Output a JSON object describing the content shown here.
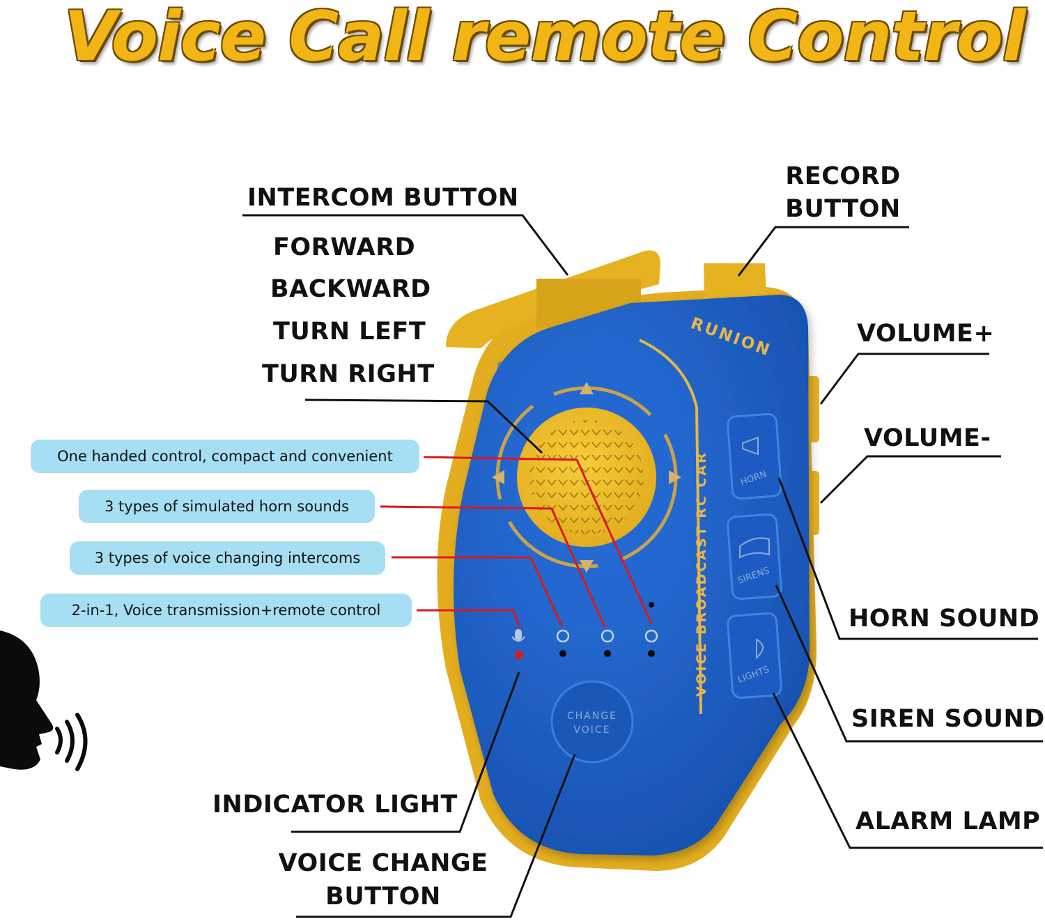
{
  "title": "Voice Call remote Control",
  "brand": "RUNION",
  "product_text": "VOICE BROADCAST RC CAR",
  "buttons": {
    "horn": "HORN",
    "sirens": "SIRENS",
    "lights": "LIGHTS",
    "change_voice_line1": "CHANGE",
    "change_voice_line2": "VOICE"
  },
  "labels": {
    "intercom_button": "INTERCOM BUTTON",
    "forward": "FORWARD",
    "backward": "BACKWARD",
    "turn_left": "TURN LEFT",
    "turn_right": "TURN RIGHT",
    "record_button_line1": "RECORD",
    "record_button_line2": "BUTTON",
    "volume_up": "VOLUME+",
    "volume_down": "VOLUME-",
    "horn_sound": "HORN SOUND",
    "siren_sound": "SIREN SOUND",
    "alarm_lamp": "ALARM LAMP",
    "indicator_light": "INDICATOR LIGHT",
    "voice_change_line1": "VOICE CHANGE",
    "voice_change_line2": "BUTTON"
  },
  "features": [
    "One handed control, compact and convenient",
    "3 types of simulated horn sounds",
    "3 types of voice changing intercoms",
    "2-in-1, Voice transmission+remote control"
  ],
  "colors": {
    "title": "#f1b615",
    "body_blue": "#1e5fc6",
    "shell_yellow": "#e8b320",
    "feature_pill": "#a6def4",
    "feature_leader": "#d9191c",
    "indicator_red": "#e01a1a"
  }
}
